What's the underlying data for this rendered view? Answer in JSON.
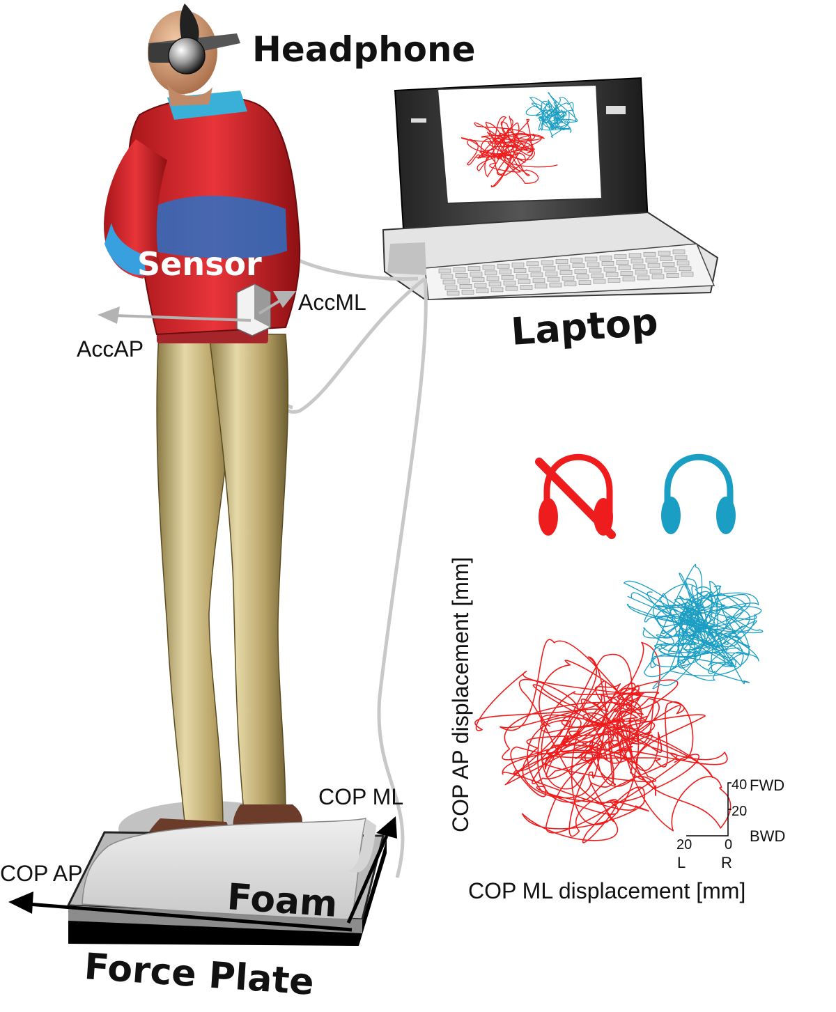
{
  "labels": {
    "headphone": "Headphone",
    "laptop": "Laptop",
    "sensor": "Sensor",
    "acc_ml": "AccML",
    "acc_ap": "AccAP",
    "cop_ml": "COP ML",
    "cop_ap": "COP AP",
    "foam": "Foam",
    "force_plate": "Force Plate"
  },
  "chart": {
    "ylabel": "COP AP displacement [mm]",
    "xlabel": "COP ML displacement [mm]",
    "scale": {
      "y_top": "40",
      "y_mid": "20",
      "x_left": "20",
      "x_right": "0",
      "fwd": "FWD",
      "bwd": "BWD",
      "left": "L",
      "right": "R"
    }
  },
  "colors": {
    "without_audio": "#ee1c1c",
    "with_audio": "#1a9ec4",
    "shirt": "#d8262a",
    "pants": "#c6b37a",
    "cable": "#c8c8c8"
  },
  "icons": {
    "no_headphone": "headphone-crossed-icon",
    "headphone": "headphone-icon"
  }
}
